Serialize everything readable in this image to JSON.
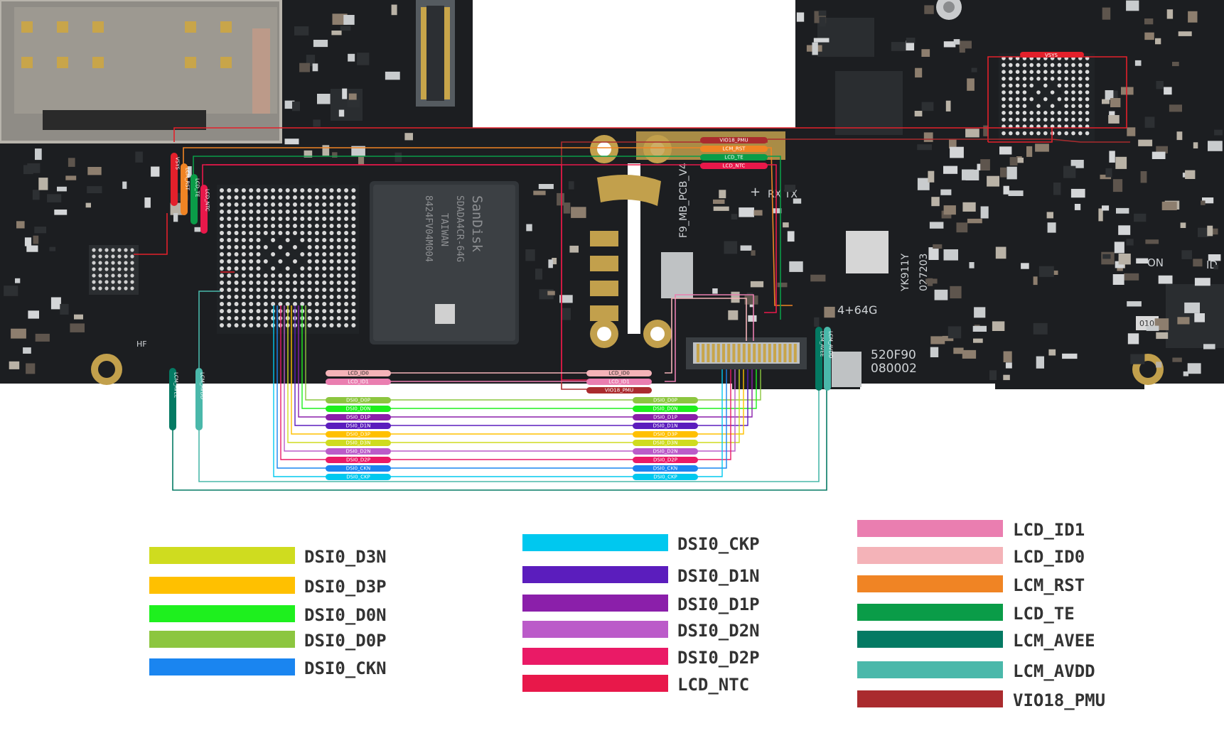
{
  "board": {
    "silkscreen": {
      "pcb_name": "F9_MB_PCB_V4",
      "rx_tx": "RX TX",
      "memory": "4+64G",
      "code1": "YK911Y",
      "code2": "027203",
      "code3": "520F90",
      "code4": "080002",
      "on": "ON",
      "id": "ID",
      "hf": "HF",
      "small_code": "010",
      "plus": "+"
    },
    "emmc": {
      "brand": "SanDisk",
      "part": "SDADA4CR-64G",
      "origin": "TAIWAN",
      "lot": "8424FV04M004"
    },
    "pmic_label": "VSYS"
  },
  "pin_labels": {
    "top_right": [
      "VIO18_PMU",
      "LCM_RST",
      "LCD_TE",
      "LCD_NTC"
    ],
    "left_vertical": [
      "VSYS",
      "LCM_RST",
      "LCD_TE",
      "LCD_NTC"
    ],
    "left_bottom": [
      "LCM_AVEE",
      "LCM_AVDD"
    ],
    "connector_vertical": [
      "LCM_AVEE",
      "LCM_AVDD"
    ],
    "mid_left": [
      "LCD_ID0",
      "LCD_ID1"
    ],
    "mid_right": [
      "LCD_ID0",
      "LCD_ID1",
      "VIO18_PMU"
    ],
    "dsi_left": [
      "DSI0_D0P",
      "DSI0_D0N",
      "DSI0_D1P",
      "DSI0_D1N",
      "DSI0_D3P",
      "DSI0_D3N",
      "DSI0_D2N",
      "DSI0_D2P",
      "DSI0_CKN",
      "DSI0_CKP"
    ],
    "dsi_right": [
      "DSI0_D0P",
      "DSI0_D0N",
      "DSI0_D1P",
      "DSI0_D1N",
      "DSI0_D3P",
      "DSI0_D3N",
      "DSI0_D2N",
      "DSI0_D2P",
      "DSI0_CKN",
      "DSI0_CKP"
    ]
  },
  "legend": {
    "col1": [
      {
        "label": "DSI0_D3N",
        "color": "#cfdc1f"
      },
      {
        "label": "DSI0_D3P",
        "color": "#ffc000"
      },
      {
        "label": "DSI0_D0N",
        "color": "#1ef01e"
      },
      {
        "label": "DSI0_D0P",
        "color": "#8cc63f"
      },
      {
        "label": "DSI0_CKN",
        "color": "#1a85f0"
      }
    ],
    "col2": [
      {
        "label": "DSI0_CKP",
        "color": "#00c8ef"
      },
      {
        "label": "DSI0_D1N",
        "color": "#5b1dbd"
      },
      {
        "label": "DSI0_D1P",
        "color": "#8b1faa"
      },
      {
        "label": "DSI0_D2N",
        "color": "#bb5bc9"
      },
      {
        "label": "DSI0_D2P",
        "color": "#ea1a66"
      },
      {
        "label": "LCD_NTC",
        "color": "#e8184a"
      }
    ],
    "col3": [
      {
        "label": "LCD_ID1",
        "color": "#ea7eb0"
      },
      {
        "label": "LCD_ID0",
        "color": "#f4b3b8"
      },
      {
        "label": "LCM_RST",
        "color": "#f08424"
      },
      {
        "label": "LCD_TE",
        "color": "#0a9c48"
      },
      {
        "label": "LCM_AVEE",
        "color": "#047a63"
      },
      {
        "label": "LCM_AVDD",
        "color": "#4ab8aa"
      },
      {
        "label": "VIO18_PMU",
        "color": "#aa2b2e"
      }
    ]
  },
  "colors": {
    "pcb": "#1b1d20",
    "vsys": "#e3202b",
    "watermark": "#9aa1a6"
  }
}
